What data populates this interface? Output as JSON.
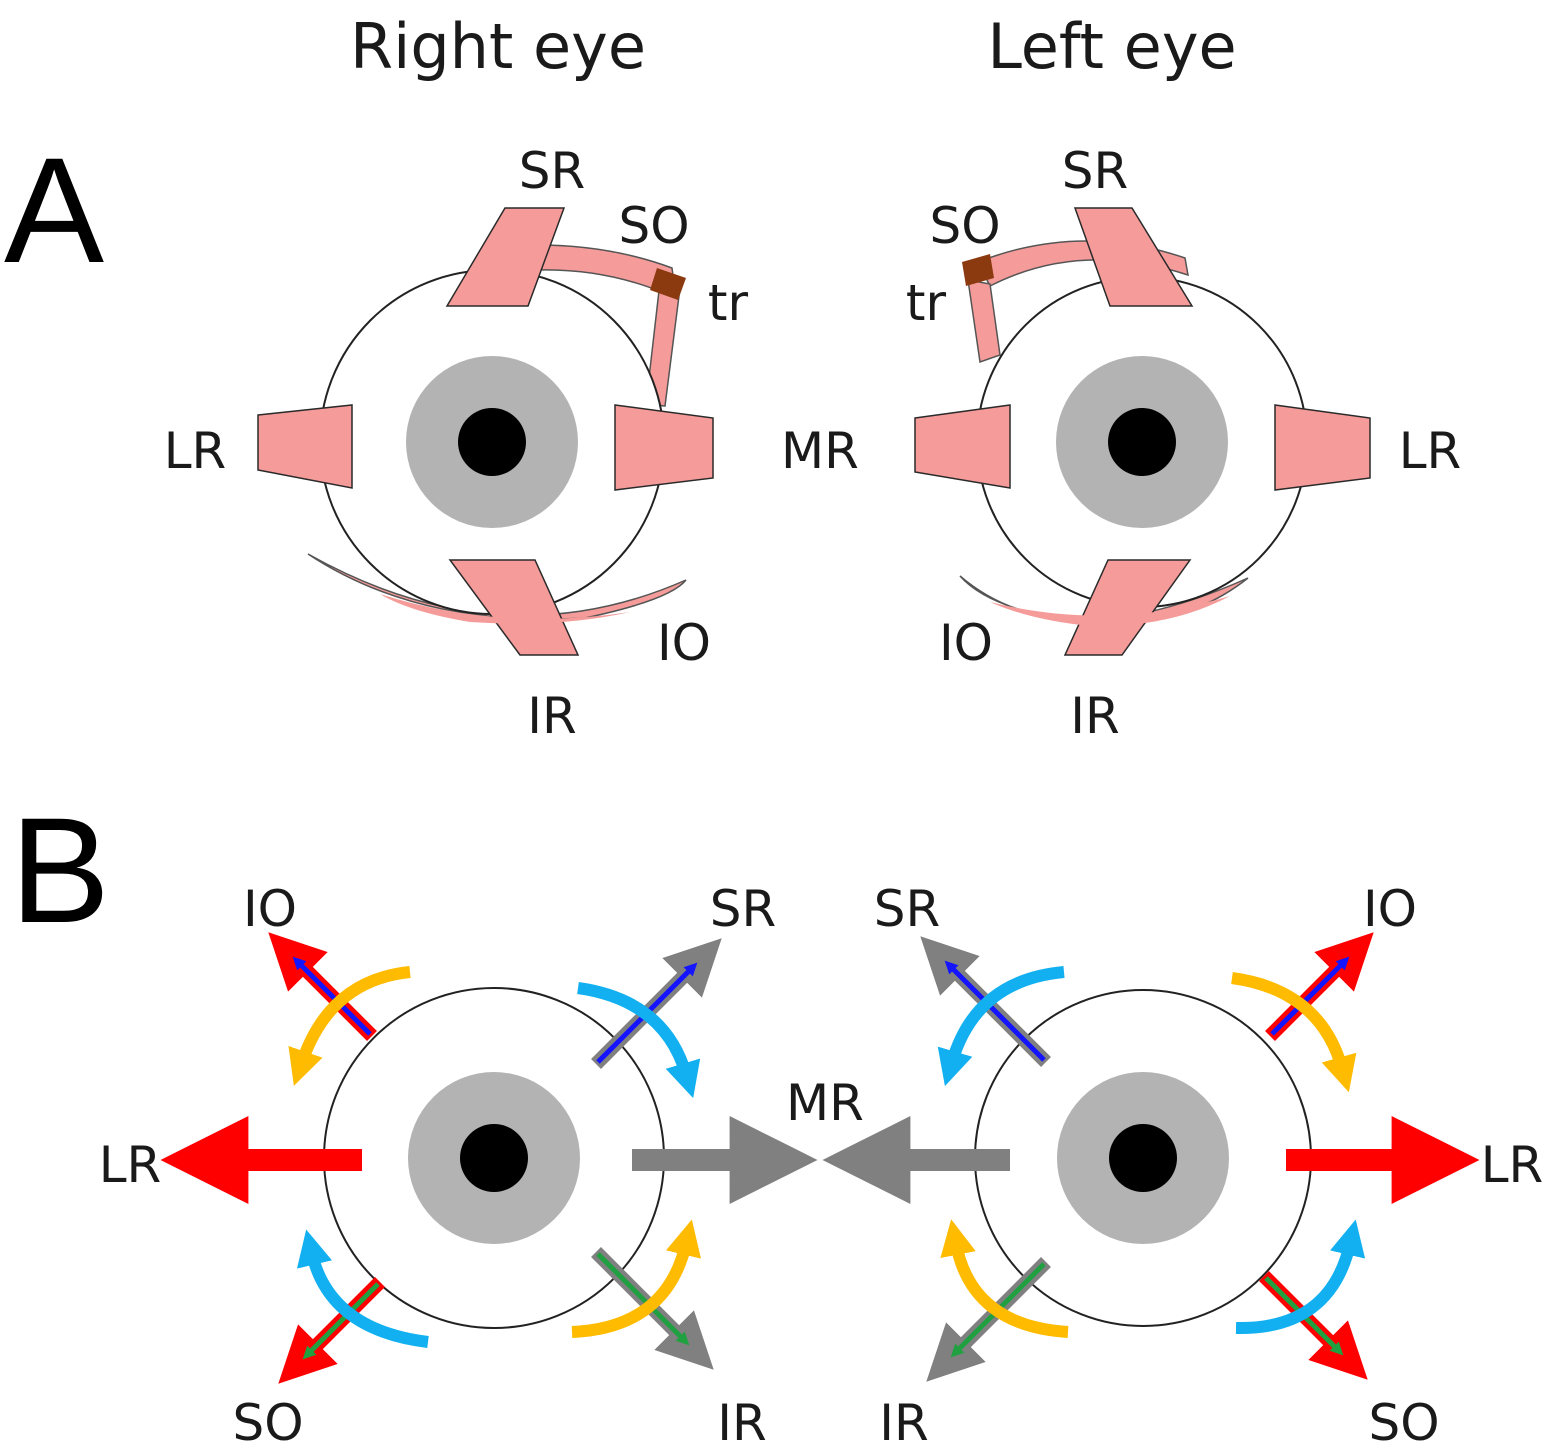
{
  "titles": {
    "right_eye": "Right eye",
    "left_eye": "Left eye"
  },
  "panels": {
    "a": "A",
    "b": "B"
  },
  "panel_a": {
    "right": {
      "SR": "SR",
      "SO": "SO",
      "tr": "tr",
      "LR": "LR",
      "MR": "MR",
      "IO": "IO",
      "IR": "IR"
    },
    "left": {
      "SR": "SR",
      "SO": "SO",
      "tr": "tr",
      "LR": "LR",
      "IO": "IO",
      "IR": "IR"
    }
  },
  "panel_b": {
    "right": {
      "IO": "IO",
      "SR": "SR",
      "LR": "LR",
      "MR": "MR",
      "SO": "SO",
      "IR": "IR"
    },
    "left": {
      "SR": "SR",
      "IO": "IO",
      "LR": "LR",
      "IR": "IR",
      "SO": "SO"
    }
  },
  "colors": {
    "muscle": "#f59c9a",
    "muscle_edge": "#2a2a2a",
    "trochlea": "#8b3a0f",
    "tr_text": "#8b3a0f",
    "iris": "#b3b3b3",
    "pupil": "#000000",
    "red": "#ff0000",
    "gray": "#808080",
    "blue": "#1414ff",
    "green": "#20a040",
    "cyan": "#12b0f0",
    "gold": "#ffbb00"
  }
}
